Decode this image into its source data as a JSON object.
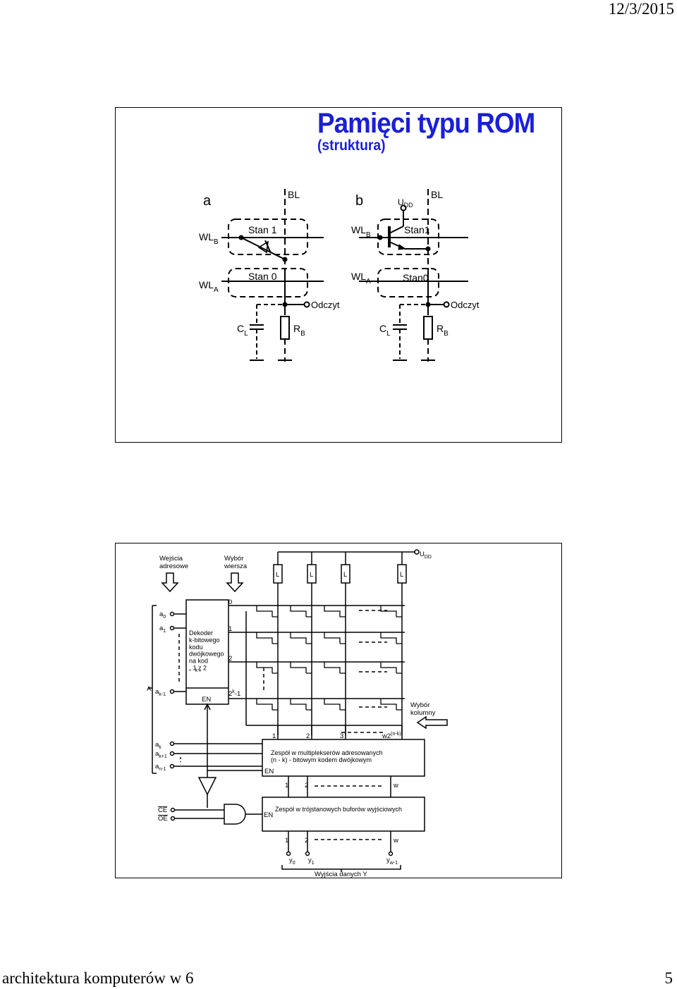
{
  "header": {
    "date": "12/3/2015"
  },
  "footer": {
    "course": "architektura komputerów w 6",
    "page_number": "5"
  },
  "slide1": {
    "title": "Pamięci typu ROM",
    "subtitle": "(struktura)",
    "diagram_a": {
      "label": "a",
      "bitline": "BL",
      "wl_b": "WL",
      "wl_b_sub": "B",
      "wl_a": "WL",
      "wl_a_sub": "A",
      "state1": "Stan 1",
      "state0": "Stan 0",
      "read": "Odczyt",
      "cap": "C",
      "cap_sub": "L",
      "res": "R",
      "res_sub": "B"
    },
    "diagram_b": {
      "label": "b",
      "supply": "U",
      "supply_sub": "DD",
      "bitline": "BL",
      "wl_b": "WL",
      "wl_b_sub": "B",
      "wl_a": "WL",
      "wl_a_sub": "A",
      "state1": "Stan1",
      "state0": "Stan0",
      "read": "Odczyt",
      "cap": "C",
      "cap_sub": "L",
      "res": "R",
      "res_sub": "B"
    }
  },
  "slide2": {
    "address_inputs": "Wejścia\nadresowe",
    "row_select": "Wybór\nwiersza",
    "supply": "U",
    "supply_sub": "DD",
    "load": "L",
    "a0": "a",
    "a0_sub": "0",
    "a1": "a",
    "a1_sub": "1",
    "ak1": "a",
    "ak1_sub": "k-1",
    "ak": "a",
    "ak_sub": "k",
    "akp1": "a",
    "akp1_sub": "k+1",
    "an1": "a",
    "an1_sub": "n-1",
    "bus_a": "A",
    "decoder": "Dekoder\nk-bitowego\nkodu\ndwójkowego\nna kod\n„ 1 z 2",
    "decoder_sup": "k",
    "decoder_close": "“",
    "en": "EN",
    "row0": "0",
    "row1": "1",
    "row2": "2",
    "rowlast": "2",
    "rowlast_sup": "k",
    "rowlast_tail": "-1",
    "col_select": "Wybór\nkolumny",
    "col1": "1",
    "col2": "2",
    "col3": "3",
    "collast": "w2",
    "collast_sup": "(n-k)",
    "mux": "Zespół  w  multiplekserów  adresowanych\n(n - k) - bitowym  kodem  dwójkowym",
    "mux_en": "EN",
    "out1": "1",
    "out2": "2",
    "outw": "w",
    "ce": "CE",
    "oe": "OE",
    "buf": "Zespół  w  trójstanowych  buforów  wyjściowych",
    "buf_en": "EN",
    "bout1": "1",
    "bout2": "2",
    "boutw": "w",
    "y0": "y",
    "y0_sub": "0",
    "y1": "y",
    "y1_sub": "1",
    "yw": "y",
    "yw_sub": "w-1",
    "outputs": "Wyjścia  danych  Y"
  }
}
